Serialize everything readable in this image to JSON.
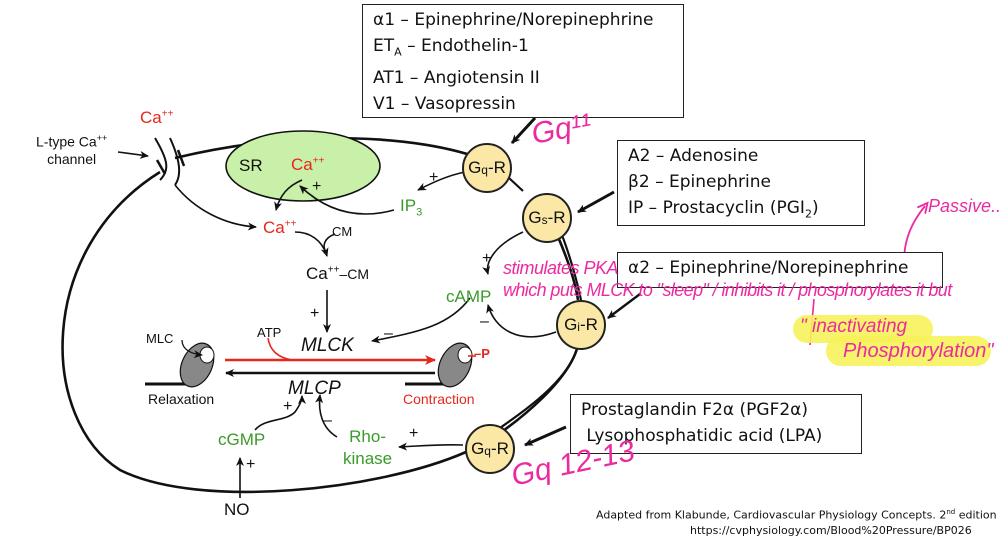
{
  "boxes": {
    "gq_top": {
      "lines": [
        "α1 – Epinephrine/Norepinephrine",
        "ET",
        "A",
        " – Endothelin-1",
        "AT1 –  Angiotensin II",
        "V1 – Vasopressin"
      ]
    },
    "gs": {
      "lines": [
        "A2 – Adenosine",
        "β2 – Epinephrine",
        "IP – Prostacyclin (PGI",
        "2",
        ")"
      ]
    },
    "gi": {
      "lines": [
        "α2 – Epinephrine/Norepinephrine"
      ]
    },
    "gq_bottom": {
      "lines": [
        "Prostaglandin F2α (PGF2α)",
        " Lysophosphatidic acid (LPA)"
      ]
    }
  },
  "receptors": {
    "gq_top": {
      "main": "G",
      "sub": "q",
      "suffix": "-R"
    },
    "gs": {
      "main": "G",
      "sub": "s",
      "suffix": "-R"
    },
    "gi": {
      "main": "G",
      "sub": "i",
      "suffix": "-R"
    },
    "gq_bottom": {
      "main": "G",
      "sub": "q",
      "suffix": "-R"
    }
  },
  "labels": {
    "ca_outside": "Ca",
    "ca_sup": "++",
    "ltype_line1": "L-type Ca",
    "ltype_sup": "++",
    "ltype_line2": "channel",
    "sr": "SR",
    "sr_ca": "Ca",
    "sr_plus": "+",
    "ip3": "IP",
    "ip3_sub": "3",
    "ip3_plus": "+",
    "cyto_ca": "Ca",
    "cm": "CM",
    "ca_cm": "Ca",
    "ca_cm_suffix": "–CM",
    "mlck_plus": "+",
    "mlck": "MLCK",
    "mlcp": "MLCP",
    "atp": "ATP",
    "mlc": "MLC",
    "relaxation": "Relaxation",
    "contraction": "Contraction",
    "phospho": "–P",
    "camp": "cAMP",
    "camp_plus": "+",
    "camp_minus": "–",
    "mlck_minus": "–",
    "cgmp": "cGMP",
    "cgmp_plus": "+",
    "no_plus": "+",
    "no": "NO",
    "rho1": "Rho-",
    "rho2": "kinase",
    "rho_plus": "+",
    "rho_minus": "–"
  },
  "annotations": {
    "gq11": "Gq¹¹",
    "gq1213": "Gq 12-13",
    "stim_line1": "stimulates PKA",
    "stim_line2": "which puts MLCK to \"sleep\" / inhibits it / phosphorylates it but",
    "inact1": "\" inactivating",
    "inact2": "Phosphorylation\"",
    "passive": "Passive.... ?"
  },
  "credit": {
    "line1_pre": "Adapted from Klabunde, Cardiovascular Physiology Concepts. 2",
    "line1_sup": "nd",
    "line1_post": " edition",
    "line2": "https://cvphysiology.com/Blood%20Pressure/BP026"
  },
  "colors": {
    "red": "#e5281e",
    "green": "#3a9a2a",
    "pink": "#ec2aa0",
    "sr_fill": "#c8f0a8",
    "receptor_fill": "#fbe7a6",
    "highlight": "#f6f25a"
  }
}
